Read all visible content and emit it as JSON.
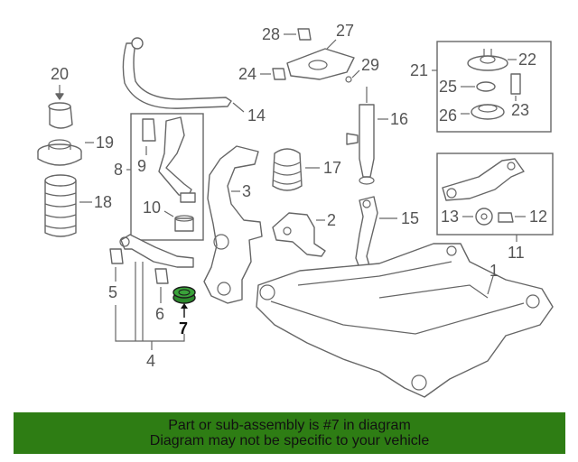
{
  "callouts": {
    "c1": "1",
    "c2": "2",
    "c3": "3",
    "c4": "4",
    "c5": "5",
    "c6": "6",
    "c7": "7",
    "c8": "8",
    "c9": "9",
    "c10": "10",
    "c11": "11",
    "c12": "12",
    "c13": "13",
    "c14": "14",
    "c15": "15",
    "c16": "16",
    "c17": "17",
    "c18": "18",
    "c19": "19",
    "c20": "20",
    "c21": "21",
    "c22": "22",
    "c23": "23",
    "c24": "24",
    "c25": "25",
    "c26": "26",
    "c27": "27",
    "c28": "28",
    "c29": "29"
  },
  "highlight_part": "7",
  "highlight_color": "#2d8a2d",
  "banner": {
    "line1": "Part or sub-assembly is #7 in diagram",
    "line2": "Diagram may not be specific to your vehicle",
    "color": "#2e7d14"
  }
}
